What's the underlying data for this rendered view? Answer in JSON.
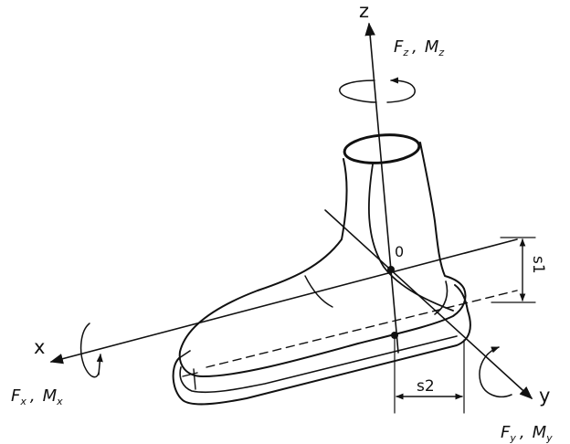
{
  "diagram": {
    "axes": {
      "x": "x",
      "y": "y",
      "z": "z"
    },
    "origin": "0",
    "dimensions": {
      "s1": "s1",
      "s2": "s2"
    },
    "load_labels": {
      "x": {
        "F": "F",
        "F_sub": "x",
        "M": "M",
        "M_sub": "x"
      },
      "y": {
        "F": "F",
        "F_sub": "y",
        "M": "M",
        "M_sub": "y"
      },
      "z": {
        "F": "F",
        "F_sub": "z",
        "M": "M",
        "M_sub": "z"
      }
    },
    "separator": ","
  }
}
